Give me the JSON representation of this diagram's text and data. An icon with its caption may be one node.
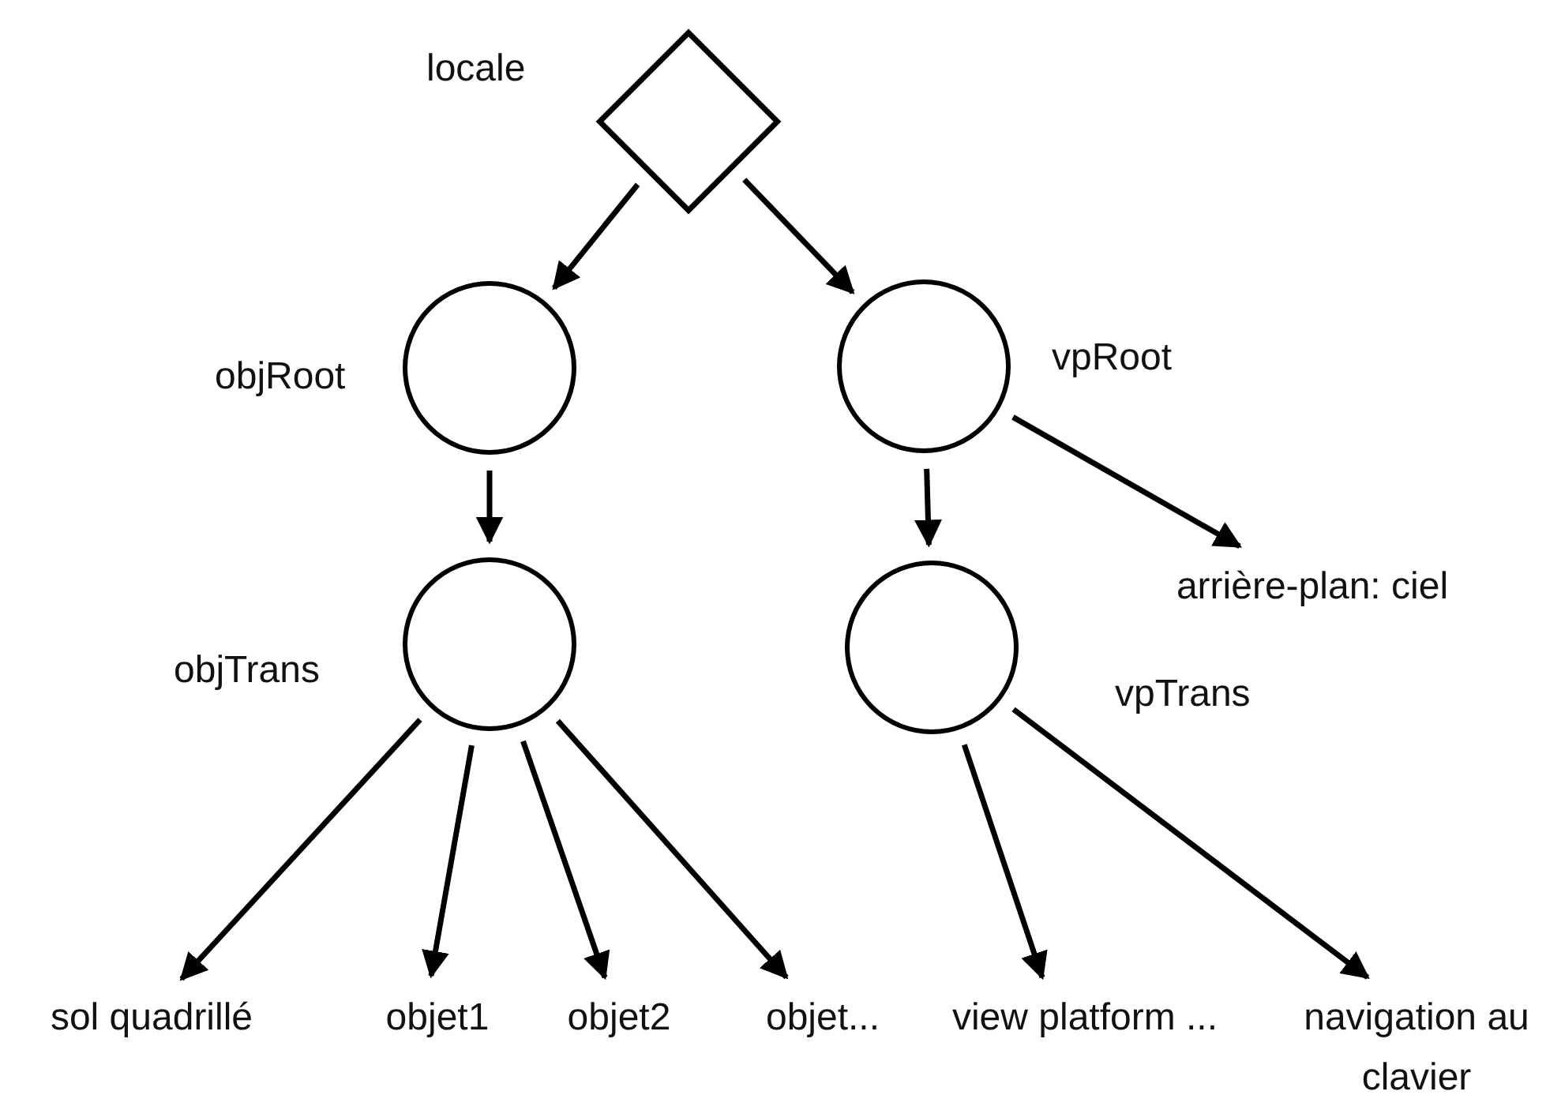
{
  "diagram": {
    "nodes": [
      {
        "text": [],
        "shape": "diamond",
        "beside": [
          "locale"
        ]
      },
      {
        "text": [],
        "shape": "circle",
        "beside": [
          "objRoot"
        ]
      },
      {
        "text": [],
        "shape": "circle",
        "beside": [
          "vpRoot"
        ]
      },
      {
        "text": [],
        "shape": "circle",
        "beside": [
          "objTrans"
        ]
      },
      {
        "text": [],
        "shape": "circle",
        "beside": [
          "vpTrans"
        ]
      },
      {
        "text": [
          "arrière-plan: ciel"
        ]
      },
      {
        "text": [
          "sol quadrillé"
        ]
      },
      {
        "text": [
          "objet1"
        ]
      },
      {
        "text": [
          "objet2"
        ]
      },
      {
        "text": [
          "objet..."
        ]
      },
      {
        "text": [
          "view platform ..."
        ]
      },
      {
        "text": [
          "navigation au clavier"
        ]
      }
    ],
    "edges": [
      {
        "from": 0,
        "to": 1,
        "arrow": "to"
      },
      {
        "from": 0,
        "to": 2,
        "arrow": "to"
      },
      {
        "from": 1,
        "to": 3,
        "arrow": "to"
      },
      {
        "from": 2,
        "to": 4,
        "arrow": "to"
      },
      {
        "from": 2,
        "to": 5,
        "arrow": "to"
      },
      {
        "from": 3,
        "to": 6,
        "arrow": "to"
      },
      {
        "from": 3,
        "to": 7,
        "arrow": "to"
      },
      {
        "from": 3,
        "to": 8,
        "arrow": "to"
      },
      {
        "from": 3,
        "to": 9,
        "arrow": "to"
      },
      {
        "from": 4,
        "to": 10,
        "arrow": "to"
      },
      {
        "from": 4,
        "to": 11,
        "arrow": "to"
      }
    ]
  }
}
